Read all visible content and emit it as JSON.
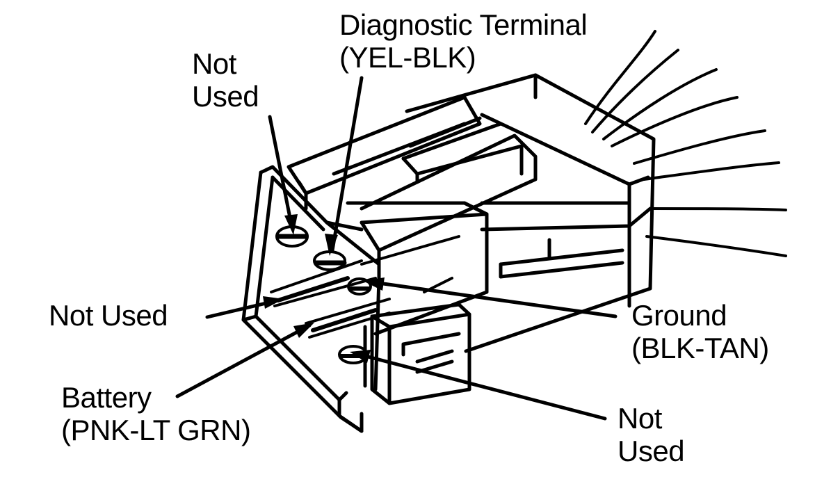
{
  "labels": {
    "diagnostic_terminal": [
      "Diagnostic Terminal",
      "(YEL-BLK)"
    ],
    "not_used_top": [
      "Not",
      "Used"
    ],
    "not_used_left": [
      "Not Used"
    ],
    "ground": [
      "Ground",
      "(BLK-TAN)"
    ],
    "battery": [
      "Battery",
      "(PNK-LT GRN)"
    ],
    "not_used_bottom": [
      "Not",
      "Used"
    ]
  }
}
